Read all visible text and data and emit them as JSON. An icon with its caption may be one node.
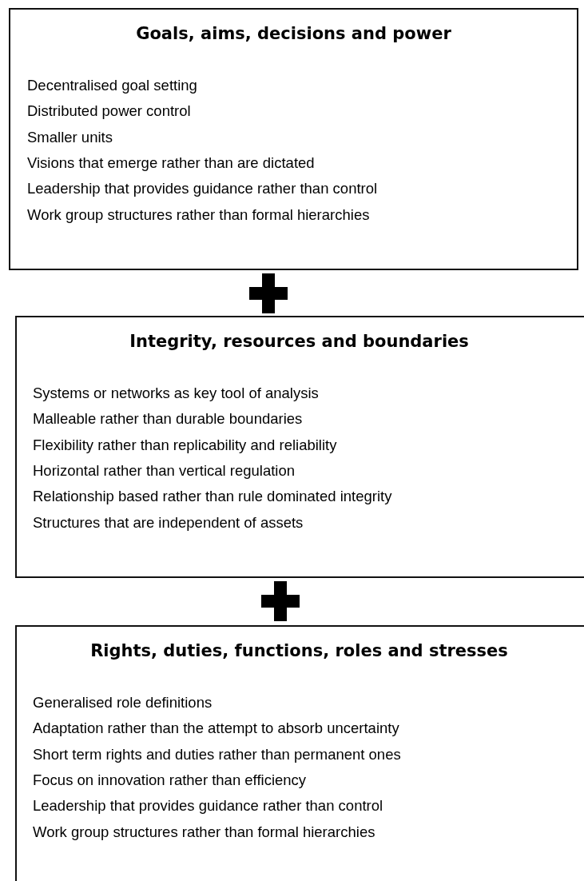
{
  "diagram": {
    "nodes": [
      {
        "text": [
          "Goals, aims, decisions and power",
          "Decentralised goal setting",
          "Distributed power control",
          "Smaller units",
          "Visions that emerge rather than are dictated",
          "Leadership that provides guidance rather than control",
          "Work group structures rather than formal hierarchies"
        ]
      },
      {
        "text": [
          "Integrity, resources and boundaries",
          "Systems or networks as key tool of analysis",
          "Malleable rather than durable boundaries",
          "Flexibility rather than replicability and reliability",
          "Horizontal rather than vertical regulation",
          "Relationship based rather than rule dominated integrity",
          "Structures that are independent of assets"
        ]
      },
      {
        "text": [
          "Rights, duties, functions, roles and stresses",
          "Generalised role definitions",
          "Adaptation rather than the attempt to absorb uncertainty",
          "Short term rights and duties rather than permanent ones",
          "Focus on innovation rather than efficiency",
          "Leadership that provides guidance rather than control",
          "Work group structures rather than formal hierarchies"
        ]
      }
    ]
  }
}
